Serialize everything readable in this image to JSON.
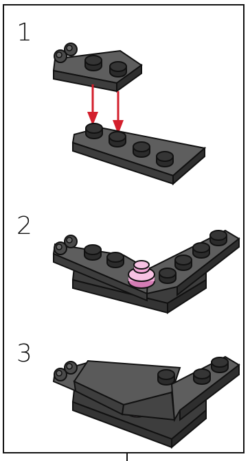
{
  "steps": [
    {
      "number": "1"
    },
    {
      "number": "2"
    },
    {
      "number": "3"
    }
  ],
  "colors": {
    "brick_top": "#5e5e5e",
    "brick_side": "#3d3d3d",
    "brick_edge": "#141414",
    "stud_top": "#2f2f2f",
    "pink": "#f2a6d6",
    "pink_dark": "#d57cb5",
    "arrow": "#d31f2c"
  },
  "icons": [
    "hinge-plate",
    "wedge-plate",
    "round-plate-pink",
    "arrow-down"
  ]
}
